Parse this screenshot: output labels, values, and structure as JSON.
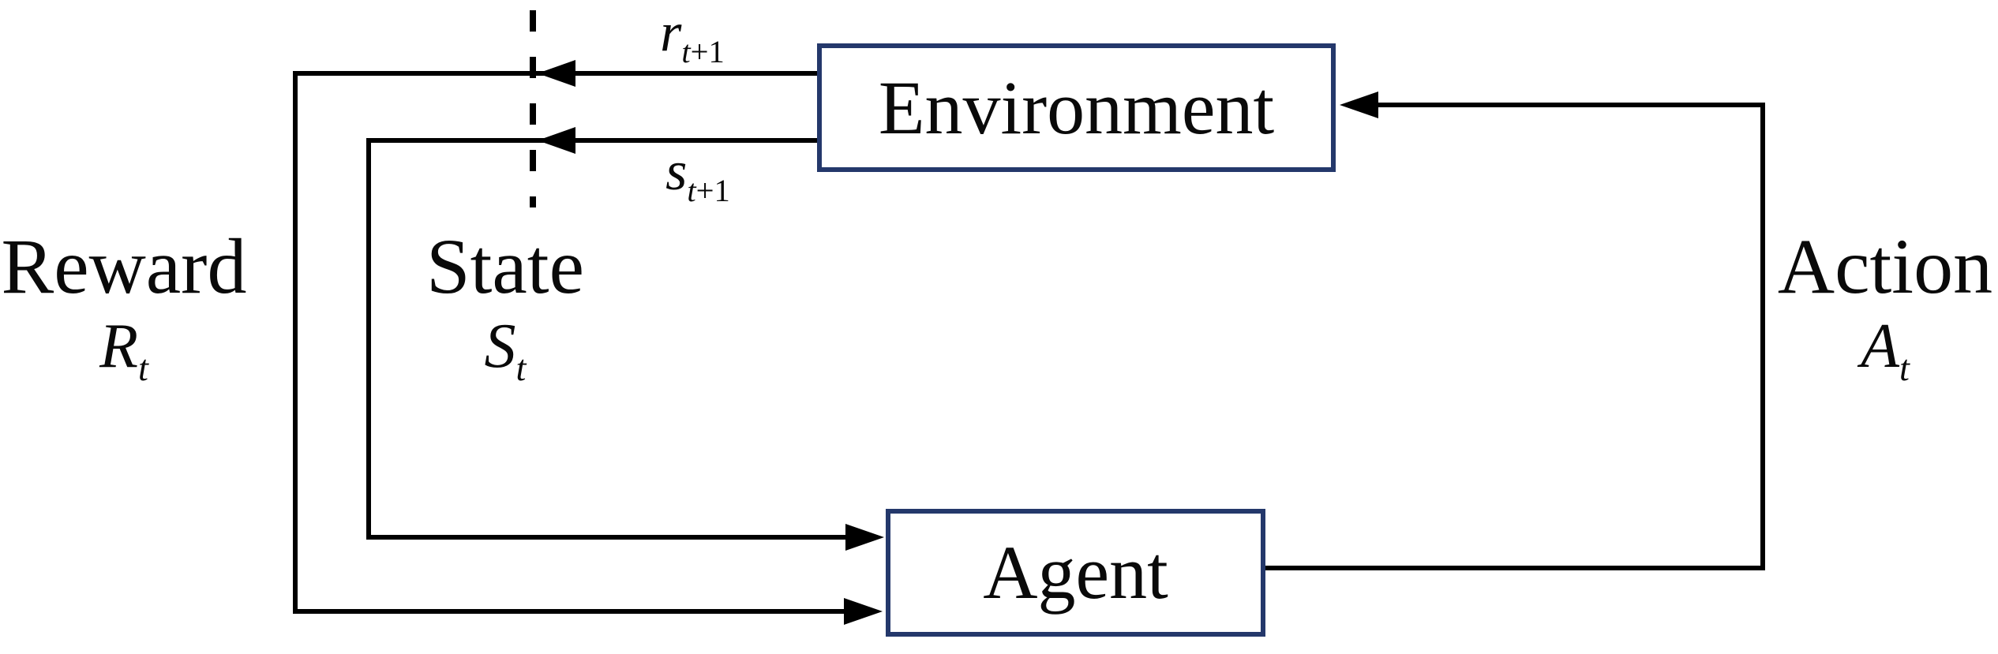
{
  "figure": {
    "colors": {
      "background": "#ffffff",
      "box_border": "#24386b",
      "line": "#000000",
      "text": "#0a0a0a"
    },
    "nodes": {
      "environment": {
        "label": "Environment"
      },
      "agent": {
        "label": "Agent"
      }
    },
    "side_labels": {
      "reward": {
        "word": "Reward",
        "symbol": "R",
        "subscript": "t"
      },
      "state": {
        "word": "State",
        "symbol": "S",
        "subscript": "t"
      },
      "action": {
        "word": "Action",
        "symbol": "A",
        "subscript": "t"
      }
    },
    "edge_labels": {
      "reward_signal": {
        "symbol": "r",
        "subscript_var": "t",
        "subscript_rest": "+1"
      },
      "state_signal": {
        "symbol": "s",
        "subscript_var": "t",
        "subscript_rest": "+1"
      }
    }
  }
}
